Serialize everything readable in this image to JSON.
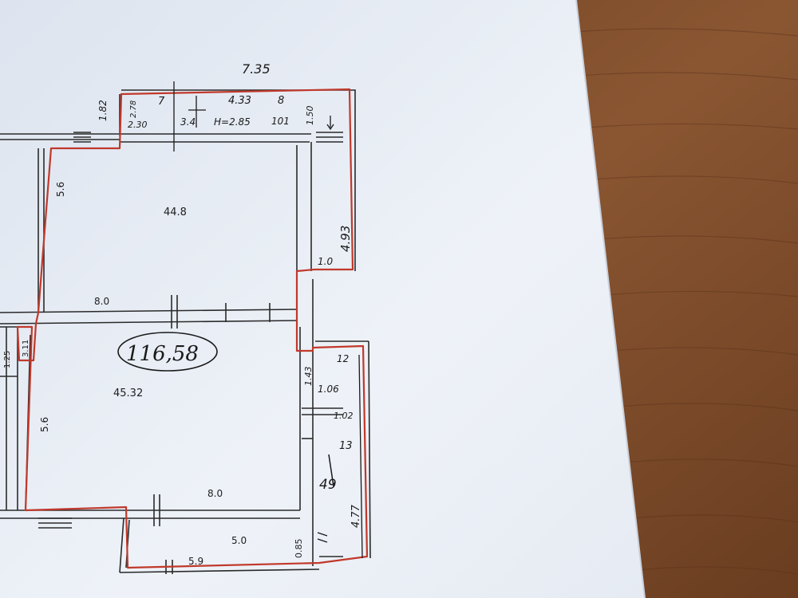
{
  "photo": {
    "subject": "floor-plan-sheet-on-wooden-table",
    "colors": {
      "table": "#7b4a2a",
      "paper": "#e8edf5",
      "wall_line": "#2a2a2a",
      "outline_marker": "#c0392b"
    }
  },
  "plan": {
    "rooms": {
      "room_upper_area": "44.8",
      "room_lower_area": "45.32"
    },
    "printed_dimensions": {
      "upper_left_height": "5.6",
      "upper_width": "8.0",
      "lower_left_height": "5.6",
      "lower_width": "8.0",
      "bottom_room_width": "5.0",
      "bottom_outer_width": "5.9",
      "bottom_small": "0.85",
      "left_edge_a": "1.25",
      "left_edge_b": "3.11"
    },
    "handwritten": {
      "top_total": "7.35",
      "top_left_vertical": "1.82",
      "small_a": "2.78",
      "small_b": "2.30",
      "room_7": "7",
      "value_3_4": "3.4",
      "corridor_width": "4.33",
      "room_8": "8",
      "ceiling_height": "H=2.85",
      "label_101": "101",
      "side_1_50": "1.50",
      "right_vertical": "4.93",
      "step_1_0": "1.0",
      "total_area_circled": "116,58",
      "dim_1_43": "1.43",
      "dim_1_06": "1.06",
      "dim_1_02": "1.02",
      "room_13": "13",
      "room_49": "49",
      "right_bottom_vertical": "4.77",
      "room_12": "12"
    }
  }
}
